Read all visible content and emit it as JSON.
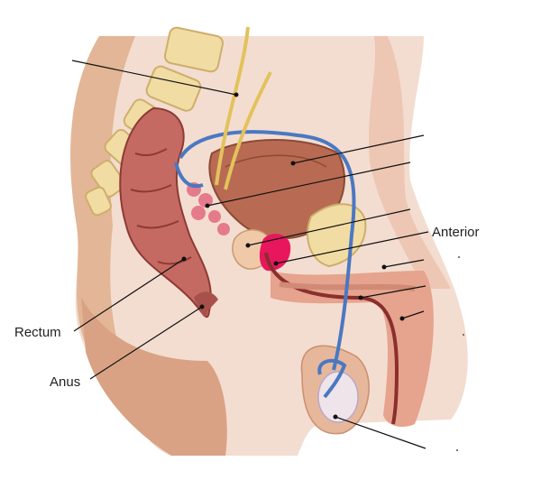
{
  "labels": {
    "rectum": "Rectum",
    "anus": "Anus",
    "anterior": "Anterior"
  },
  "colors": {
    "skin": "#e9c2a4",
    "skin_shadow": "#c98f70",
    "body_bg": "#f3ddd0",
    "rectum": "#c46a63",
    "rectum_dark": "#8e3a34",
    "bladder": "#b86b52",
    "bone": "#f1dca4",
    "vessel_blue": "#4a78c2",
    "nerve_yellow": "#e3c25c",
    "prostate_highlight": "#e8175d",
    "penis": "#e6a38d",
    "leader_line": "#111111"
  }
}
